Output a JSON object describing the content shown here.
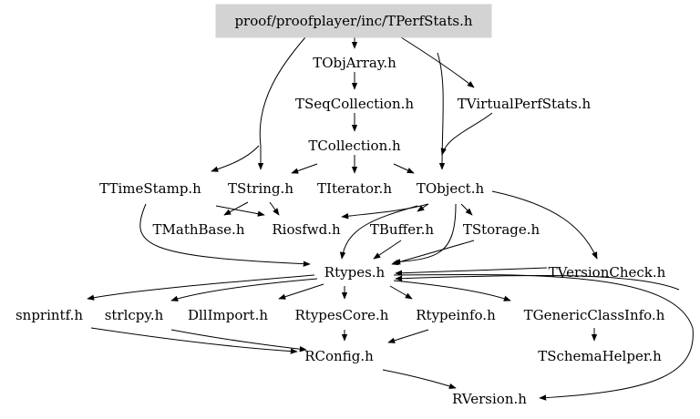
{
  "root": {
    "label": "proof/proofplayer/inc/TPerfStats.h",
    "fill": "#d3d3d3"
  },
  "nodes": {
    "tobjarray": "TObjArray.h",
    "tseqcollection": "TSeqCollection.h",
    "tvirtualperfstats": "TVirtualPerfStats.h",
    "tcollection": "TCollection.h",
    "ttimestamp": "TTimeStamp.h",
    "tstring": "TString.h",
    "titerator": "TIterator.h",
    "tobject": "TObject.h",
    "tmathbase": "TMathBase.h",
    "riosfwd": "Riosfwd.h",
    "tbuffer": "TBuffer.h",
    "tstorage": "TStorage.h",
    "rtypes": "Rtypes.h",
    "tversioncheck": "TVersionCheck.h",
    "snprintf": "snprintf.h",
    "strlcpy": "strlcpy.h",
    "dllimport": "DllImport.h",
    "rtypescore": "RtypesCore.h",
    "rtypeinfo": "Rtypeinfo.h",
    "tgenericclassinfo": "TGenericClassInfo.h",
    "tschemahelper": "TSchemaHelper.h",
    "rconfig": "RConfig.h",
    "rversion": "RVersion.h"
  },
  "edge_color": "#000000"
}
